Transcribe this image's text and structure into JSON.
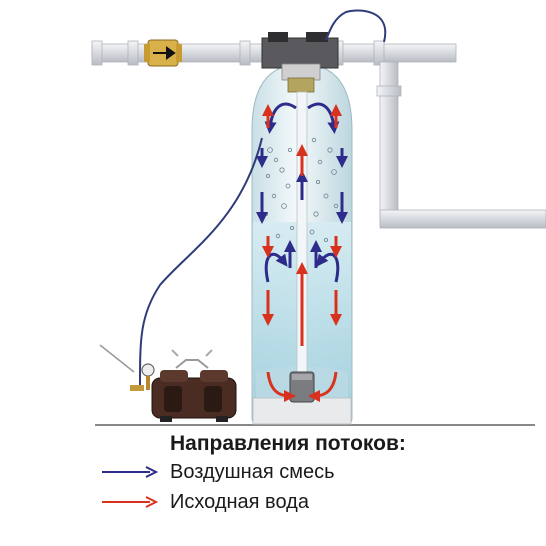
{
  "legend": {
    "title": "Направления потоков:",
    "items": [
      {
        "label": "Воздушная смесь",
        "color": "#2e2c8a"
      },
      {
        "label": "Исходная вода",
        "color": "#d8321e"
      }
    ]
  },
  "colors": {
    "air": "#2e2c8a",
    "water": "#d8321e",
    "pipe": "#dcdfe3",
    "tank_water": "#b8dce6"
  }
}
